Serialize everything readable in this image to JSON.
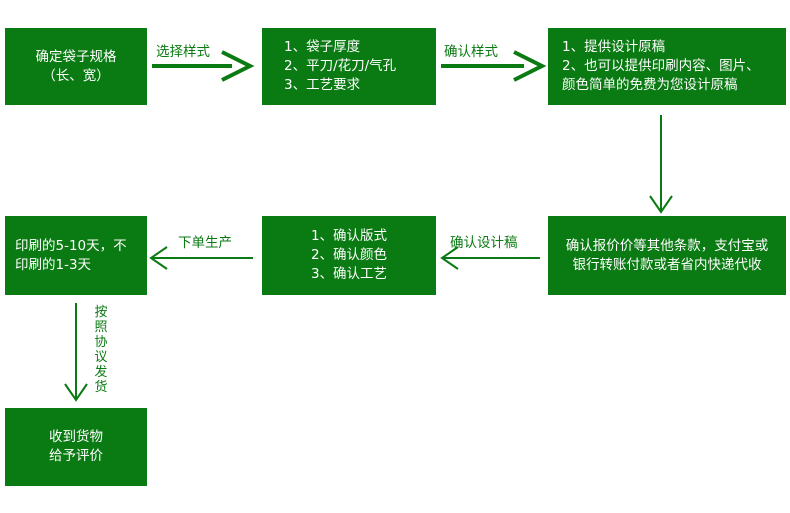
{
  "colors": {
    "box_fill": "#0a7a12",
    "box_text": "#ffffff",
    "arrow": "#0a7a12"
  },
  "boxes": {
    "confirm_bag_specs": [
      "确定袋子规格",
      "（长、宽）"
    ],
    "bag_options": [
      "1、袋子厚度",
      "2、平刀/花刀/气孔",
      "3、工艺要求"
    ],
    "design_draft": [
      "1、提供设计原稿",
      "2、也可以提供印刷内容、图片、",
      "颜色简单的免费为您设计原稿"
    ],
    "payment": [
      "确认报价价等其他条款，支付宝或",
      "银行转账付款或者省内快递代收"
    ],
    "confirm_details": [
      "1、确认版式",
      "2、确认颜色",
      "3、确认工艺"
    ],
    "production_time": [
      "印刷的5-10天，不",
      "印刷的1-3天"
    ],
    "receive_goods": [
      "收到货物",
      "给予评价"
    ]
  },
  "arrows": {
    "select_style": "选择样式",
    "confirm_style": "确认样式",
    "confirm_design_draft": "确认设计稿",
    "production": "下单生产",
    "ship_by_agreement": "按照协议发货"
  }
}
